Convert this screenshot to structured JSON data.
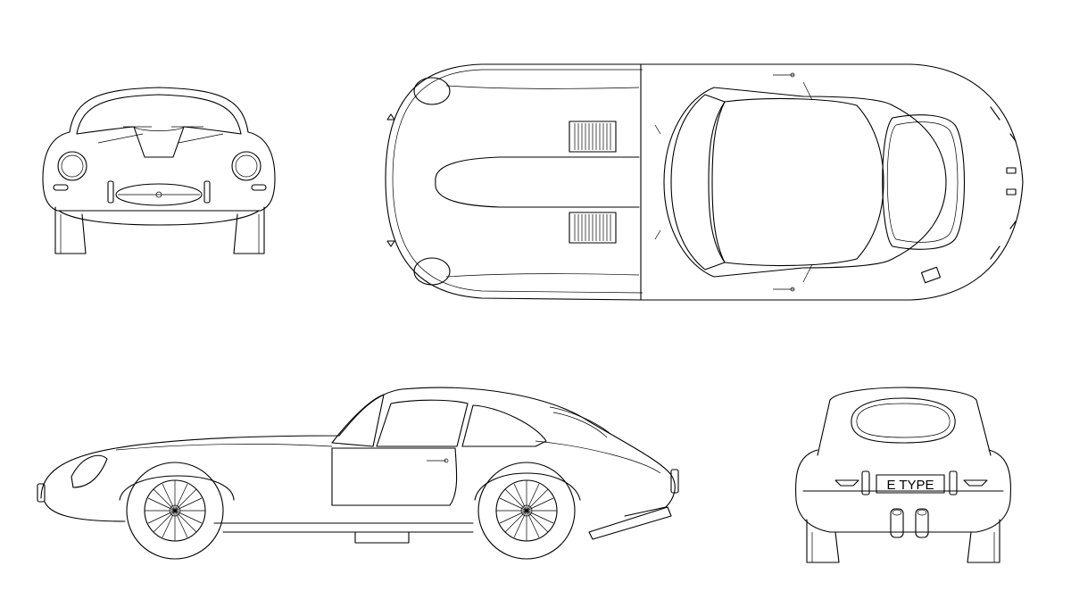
{
  "drawing": {
    "views": [
      "front",
      "top",
      "side",
      "rear"
    ],
    "line_color": "#000000",
    "background": "#ffffff"
  },
  "rear_view": {
    "plate_text": "E TYPE"
  }
}
